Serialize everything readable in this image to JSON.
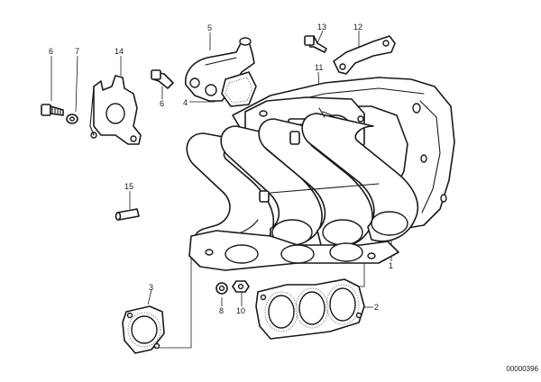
{
  "drawing_number": "00000396",
  "callouts": [
    {
      "id": "c1",
      "label": "1"
    },
    {
      "id": "c2",
      "label": "2"
    },
    {
      "id": "c3",
      "label": "3"
    },
    {
      "id": "c4",
      "label": "4"
    },
    {
      "id": "c5",
      "label": "5"
    },
    {
      "id": "c6a",
      "label": "6"
    },
    {
      "id": "c6b",
      "label": "6"
    },
    {
      "id": "c7",
      "label": "7"
    },
    {
      "id": "c8",
      "label": "8"
    },
    {
      "id": "c10",
      "label": "10"
    },
    {
      "id": "c11",
      "label": "11"
    },
    {
      "id": "c12",
      "label": "12"
    },
    {
      "id": "c13",
      "label": "13"
    },
    {
      "id": "c14",
      "label": "14"
    },
    {
      "id": "c15",
      "label": "15"
    }
  ]
}
